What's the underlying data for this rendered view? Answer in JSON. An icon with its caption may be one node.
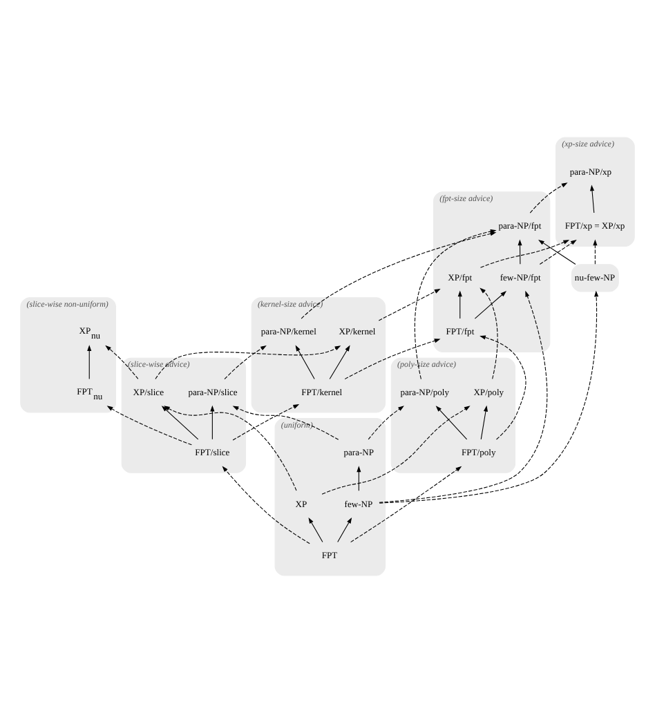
{
  "diagram": {
    "nodes": [
      {
        "text": [
          "(xp-size advice)"
        ]
      },
      {
        "text": [
          "para-NP/xp"
        ],
        "in": 0
      },
      {
        "text": [
          "FPT/xp = XP/xp"
        ],
        "in": 0
      },
      {
        "text": [
          "(fpt-size advice)"
        ]
      },
      {
        "text": [
          "para-NP/fpt"
        ],
        "in": 3
      },
      {
        "text": [
          "few-NP/fpt"
        ],
        "in": 3
      },
      {
        "text": [
          "FPT/fpt"
        ],
        "in": 3
      },
      {
        "text": [
          "XP/fpt"
        ],
        "in": 3
      },
      {
        "text": [
          "nu-few-NP"
        ]
      },
      {
        "text": [
          "(poly-size advice)"
        ]
      },
      {
        "text": [
          "para-NP/poly"
        ],
        "in": 9
      },
      {
        "text": [
          "XP/poly"
        ],
        "in": 9
      },
      {
        "text": [
          "FPT/poly"
        ],
        "in": 9
      },
      {
        "text": [
          "(kernel-size advice)"
        ]
      },
      {
        "text": [
          "para-NP/kernel"
        ],
        "in": 13
      },
      {
        "text": [
          "XP/kernel"
        ],
        "in": 13
      },
      {
        "text": [
          "FPT/kernel"
        ],
        "in": 13
      },
      {
        "text": [
          "(slice-wise advice)"
        ]
      },
      {
        "text": [
          "para-NP/slice"
        ],
        "in": 17
      },
      {
        "text": [
          "XP/slice"
        ],
        "in": 17
      },
      {
        "text": [
          "FPT/slice"
        ],
        "in": 17
      },
      {
        "text": [
          "(uniform)"
        ]
      },
      {
        "text": [
          "para-NP"
        ],
        "in": 21
      },
      {
        "text": [
          "few-NP"
        ],
        "in": 21
      },
      {
        "text": [
          "XP"
        ],
        "in": 21
      },
      {
        "text": [
          "FPT"
        ],
        "in": 21
      },
      {
        "text": [
          "(slice-wise non-uniform)"
        ]
      },
      {
        "text": [
          "XP$_{nu}$"
        ],
        "in": 26
      },
      {
        "text": [
          "FPT$_{nu}$"
        ],
        "in": 26
      }
    ],
    "edges": [
      {
        "from": 2,
        "to": 1,
        "arrow": "to"
      },
      {
        "from": 5,
        "to": 4,
        "arrow": "to"
      },
      {
        "from": 6,
        "to": 5,
        "arrow": "to"
      },
      {
        "from": 6,
        "to": 7,
        "arrow": "to"
      },
      {
        "from": 8,
        "to": 4,
        "arrow": "to"
      },
      {
        "from": 12,
        "to": 10,
        "arrow": "to"
      },
      {
        "from": 12,
        "to": 11,
        "arrow": "to"
      },
      {
        "from": 16,
        "to": 14,
        "arrow": "to"
      },
      {
        "from": 16,
        "to": 15,
        "arrow": "to"
      },
      {
        "from": 20,
        "to": 18,
        "arrow": "to"
      },
      {
        "from": 20,
        "to": 19,
        "arrow": "to"
      },
      {
        "from": 23,
        "to": 22,
        "arrow": "to"
      },
      {
        "from": 25,
        "to": 23,
        "arrow": "to"
      },
      {
        "from": 25,
        "to": 24,
        "arrow": "to"
      },
      {
        "from": 28,
        "to": 27,
        "arrow": "to"
      },
      {
        "from": 4,
        "to": 1,
        "arrow": "to",
        "style": "dashed"
      },
      {
        "from": 10,
        "to": 4,
        "arrow": "to",
        "style": "dashed"
      },
      {
        "from": 22,
        "to": 10,
        "arrow": "to",
        "style": "dashed"
      },
      {
        "from": 12,
        "to": 6,
        "arrow": "to",
        "style": "dashed"
      },
      {
        "from": 11,
        "to": 7,
        "arrow": "to",
        "style": "dashed"
      },
      {
        "from": 14,
        "to": 4,
        "arrow": "to",
        "style": "dashed"
      },
      {
        "from": 16,
        "to": 6,
        "arrow": "to",
        "style": "dashed"
      },
      {
        "from": 15,
        "to": 7,
        "arrow": "to",
        "style": "dashed"
      },
      {
        "from": 18,
        "to": 14,
        "arrow": "to",
        "style": "dashed"
      },
      {
        "from": 20,
        "to": 16,
        "arrow": "to",
        "style": "dashed"
      },
      {
        "from": 19,
        "to": 15,
        "arrow": "to",
        "style": "dashed"
      },
      {
        "from": 22,
        "to": 18,
        "arrow": "to",
        "style": "dashed"
      },
      {
        "from": 25,
        "to": 20,
        "arrow": "to",
        "style": "dashed"
      },
      {
        "from": 24,
        "to": 19,
        "arrow": "to",
        "style": "dashed"
      },
      {
        "from": 25,
        "to": 12,
        "arrow": "to",
        "style": "dashed"
      },
      {
        "from": 24,
        "to": 11,
        "arrow": "to",
        "style": "dashed"
      },
      {
        "from": 23,
        "to": 5,
        "arrow": "to",
        "style": "dashed"
      },
      {
        "from": 23,
        "to": 8,
        "arrow": "to",
        "style": "dashed"
      },
      {
        "from": 5,
        "to": 2,
        "arrow": "to",
        "style": "dashed"
      },
      {
        "from": 8,
        "to": 2,
        "arrow": "to",
        "style": "dashed"
      },
      {
        "from": 7,
        "to": 2,
        "arrow": "to",
        "style": "dashed"
      },
      {
        "from": 19,
        "to": 27,
        "arrow": "to",
        "style": "dashed"
      },
      {
        "from": 20,
        "to": 28,
        "arrow": "to",
        "style": "dashed"
      }
    ]
  }
}
